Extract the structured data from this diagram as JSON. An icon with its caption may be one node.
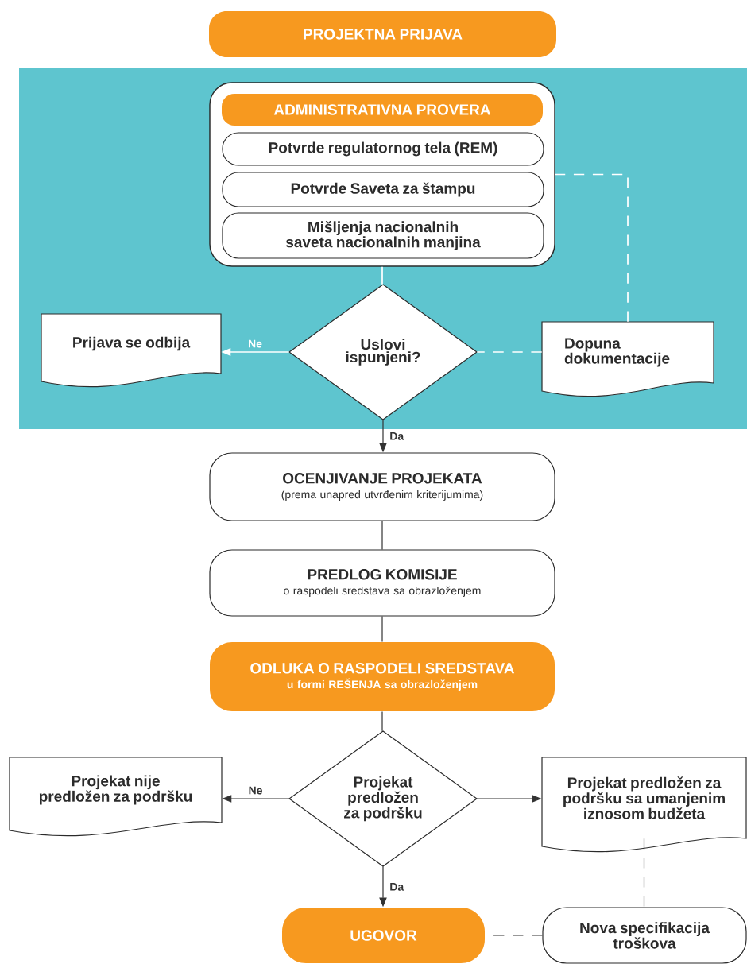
{
  "diagram": {
    "nodes": [
      {
        "text": [
          "PROJEKTNA PRIJAVA"
        ]
      },
      {
        "text": [
          "ADMINISTRATIVNA PROVERA"
        ]
      },
      {
        "text": [
          "Potvrde regulatornog tela (REM)"
        ],
        "in": 1
      },
      {
        "text": [
          "Potvrde Saveta za štampu"
        ],
        "in": 1
      },
      {
        "text": [
          "Mišljenja nacionalnih saveta nacionalnih manjina"
        ],
        "in": 1
      },
      {
        "text": [
          "Prijava se odbija"
        ]
      },
      {
        "text": [
          "Uslovi ispunjeni?"
        ]
      },
      {
        "text": [
          "Dopuna dokumentacije"
        ]
      },
      {
        "text": [
          "OCENJIVANJE PROJEKATA",
          "(prema unapred utvrđenim kriterijumima)"
        ]
      },
      {
        "text": [
          "PREDLOG KOMISIJE",
          "o raspodeli sredstava sa obrazloženjem"
        ]
      },
      {
        "text": [
          "ODLUKA O RASPODELI SREDSTAVA",
          "u formi REŠENJA sa obrazloženjem"
        ]
      },
      {
        "text": [
          "Projekat nije predložen za podršku"
        ]
      },
      {
        "text": [
          "Projekat predložen za podršku"
        ]
      },
      {
        "text": [
          "Projekat predložen za podršku sa umanjenim iznosom budžeta"
        ]
      },
      {
        "text": [
          "UGOVOR"
        ]
      },
      {
        "text": [
          "Nova specifikacija troškova"
        ]
      }
    ],
    "edges": [
      {
        "from": 1,
        "to": 6,
        "arrow": "none",
        "color": "#ffffff"
      },
      {
        "from": 6,
        "to": 5,
        "arrow": "to",
        "label": "Ne",
        "color": "#ffffff"
      },
      {
        "from": 7,
        "to": 6,
        "arrow": "none",
        "style": "dashed",
        "color": "#ffffff"
      },
      {
        "from": 7,
        "to": 1,
        "arrow": "none",
        "style": "dashed",
        "color": "#ffffff"
      },
      {
        "from": 6,
        "to": 8,
        "arrow": "to",
        "label": "Da"
      },
      {
        "from": 8,
        "to": 9,
        "arrow": "none"
      },
      {
        "from": 9,
        "to": 10,
        "arrow": "none"
      },
      {
        "from": 10,
        "to": 12,
        "arrow": "none"
      },
      {
        "from": 12,
        "to": 11,
        "arrow": "to",
        "label": "Ne"
      },
      {
        "from": 12,
        "to": 13,
        "arrow": "to"
      },
      {
        "from": 12,
        "to": 14,
        "arrow": "to",
        "label": "Da"
      },
      {
        "from": 13,
        "to": 15,
        "arrow": "none",
        "style": "dashed"
      },
      {
        "from": 15,
        "to": 14,
        "arrow": "none",
        "style": "dashed"
      }
    ]
  }
}
